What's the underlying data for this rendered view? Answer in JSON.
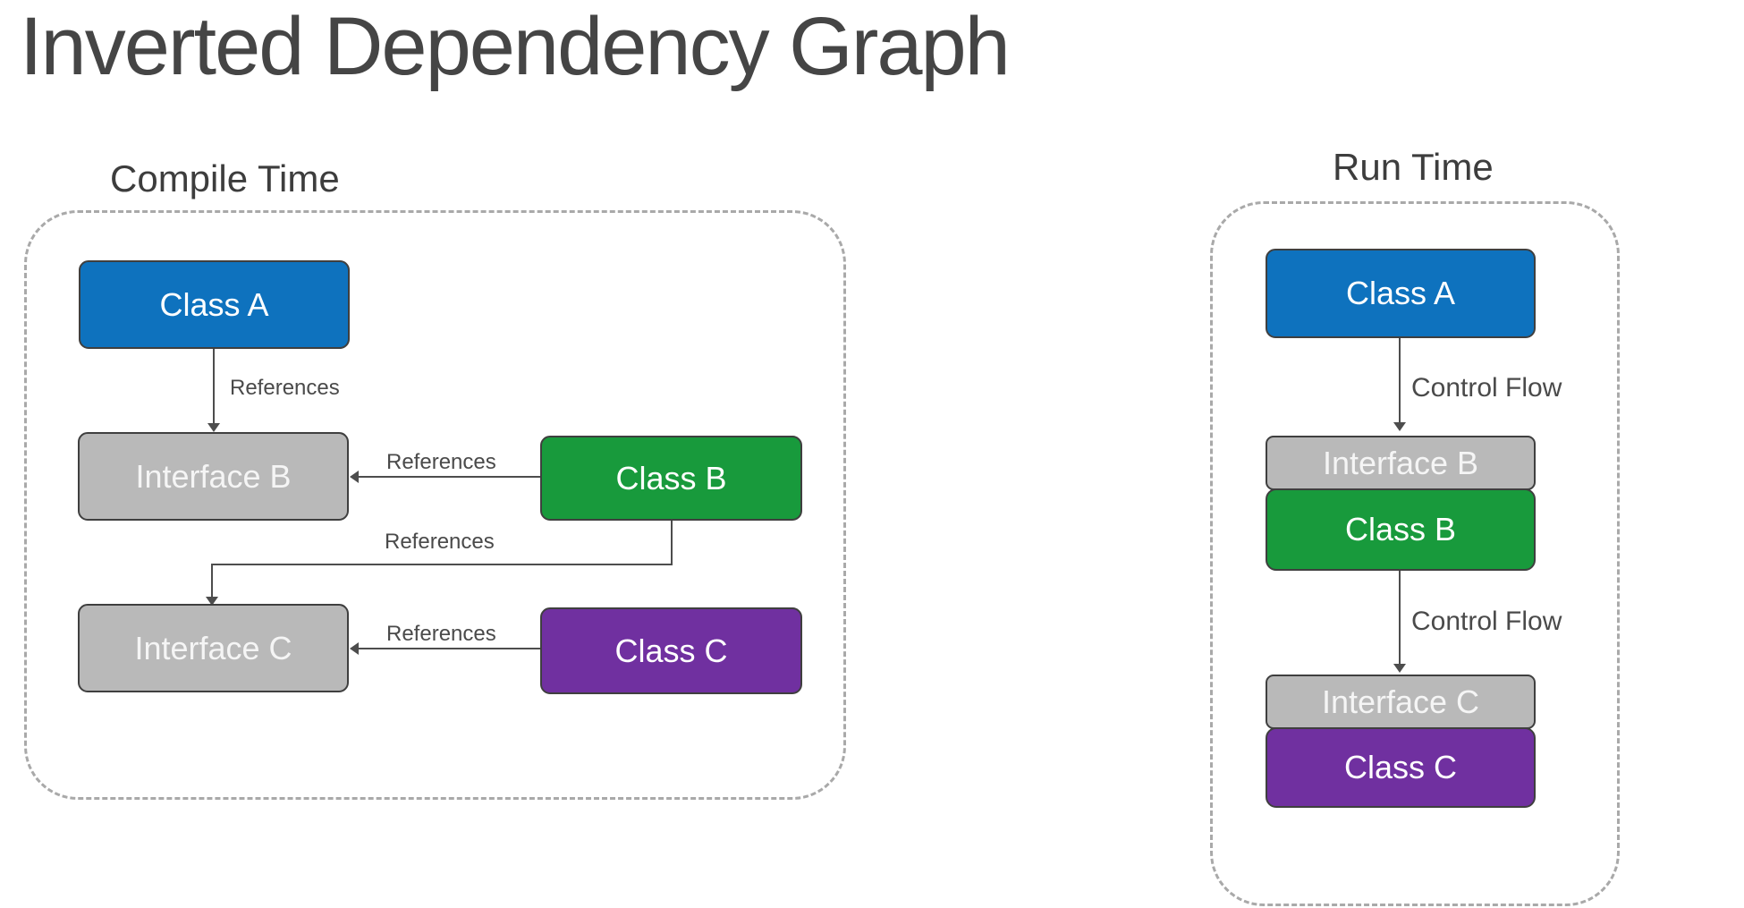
{
  "title": "Inverted Dependency Graph",
  "sections": {
    "compile": {
      "heading": "Compile Time",
      "nodes": {
        "class_a": "Class A",
        "interface_b": "Interface B",
        "class_b": "Class B",
        "interface_c": "Interface C",
        "class_c": "Class C"
      },
      "edge_labels": {
        "a_references_interface_b": "References",
        "b_references_interface_b": "References",
        "b_references_interface_c": "References",
        "c_references_interface_c": "References"
      }
    },
    "run": {
      "heading": "Run Time",
      "nodes": {
        "class_a": "Class A",
        "interface_b": "Interface B",
        "class_b": "Class B",
        "interface_c": "Interface C",
        "class_c": "Class C"
      },
      "edge_labels": {
        "a_to_interface_b": "Control Flow",
        "b_to_interface_c": "Control Flow"
      }
    }
  },
  "colors": {
    "class_blue": "#0E72BE",
    "class_green": "#189A3C",
    "class_purple": "#7030A0",
    "interface_gray": "#B9B9B9",
    "box_border": "#3F3F3F",
    "connector_line": "#4D4D4D",
    "edge_label_text": "#4A4A4A",
    "heading_text": "#3D3D3D",
    "title_text": "#454545",
    "dashed_border": "#A9A9A9",
    "background": "#FFFFFF"
  }
}
